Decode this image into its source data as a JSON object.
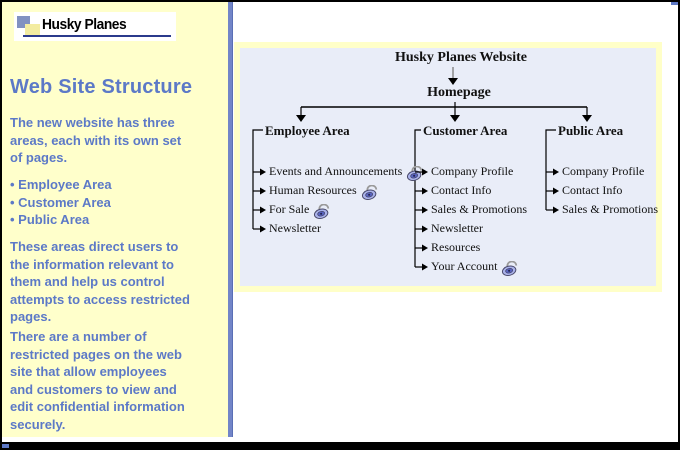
{
  "logo": {
    "text": "Husky Planes"
  },
  "sidebar": {
    "heading": "Web Site Structure",
    "para1": "The new website has three\nareas, each with its own set\nof pages.",
    "bullets": [
      "Employee Area",
      "Customer Area",
      "Public Area"
    ],
    "para2": "These areas direct users to\nthe information relevant to\nthem and help us control\nattempts to access restricted\npages.",
    "para3": "There are a number of\nrestricted pages on the web\nsite that allow employees\nand customers to view and\nedit confidential information\nsecurely."
  },
  "diagram": {
    "title": "Husky Planes Website",
    "root": "Homepage",
    "columns": [
      {
        "heading": "Employee Area",
        "items": [
          {
            "label": "Events and Announcements",
            "locked": true
          },
          {
            "label": "Human Resources",
            "locked": true
          },
          {
            "label": "For Sale",
            "locked": true
          },
          {
            "label": "Newsletter",
            "locked": false
          }
        ]
      },
      {
        "heading": "Customer Area",
        "items": [
          {
            "label": "Company Profile",
            "locked": false
          },
          {
            "label": "Contact Info",
            "locked": false
          },
          {
            "label": "Sales & Promotions",
            "locked": false
          },
          {
            "label": "Newsletter",
            "locked": false
          },
          {
            "label": "Resources",
            "locked": false
          },
          {
            "label": "Your Account",
            "locked": true
          }
        ]
      },
      {
        "heading": "Public Area",
        "items": [
          {
            "label": "Company Profile",
            "locked": false
          },
          {
            "label": "Contact Info",
            "locked": false
          },
          {
            "label": "Sales & Promotions",
            "locked": false
          }
        ]
      }
    ]
  },
  "colors": {
    "sidebar_bg": "#FFFFCB",
    "divider": "#7285C8",
    "sidebar_text": "#5C79C7",
    "diagram_bg": "#E9EDF8",
    "diagram_border": "#FFFFC8",
    "chrome_blue": "#5C77C4",
    "logo_underline": "#2B3A8C",
    "lock_body": "#AAB2EA"
  }
}
